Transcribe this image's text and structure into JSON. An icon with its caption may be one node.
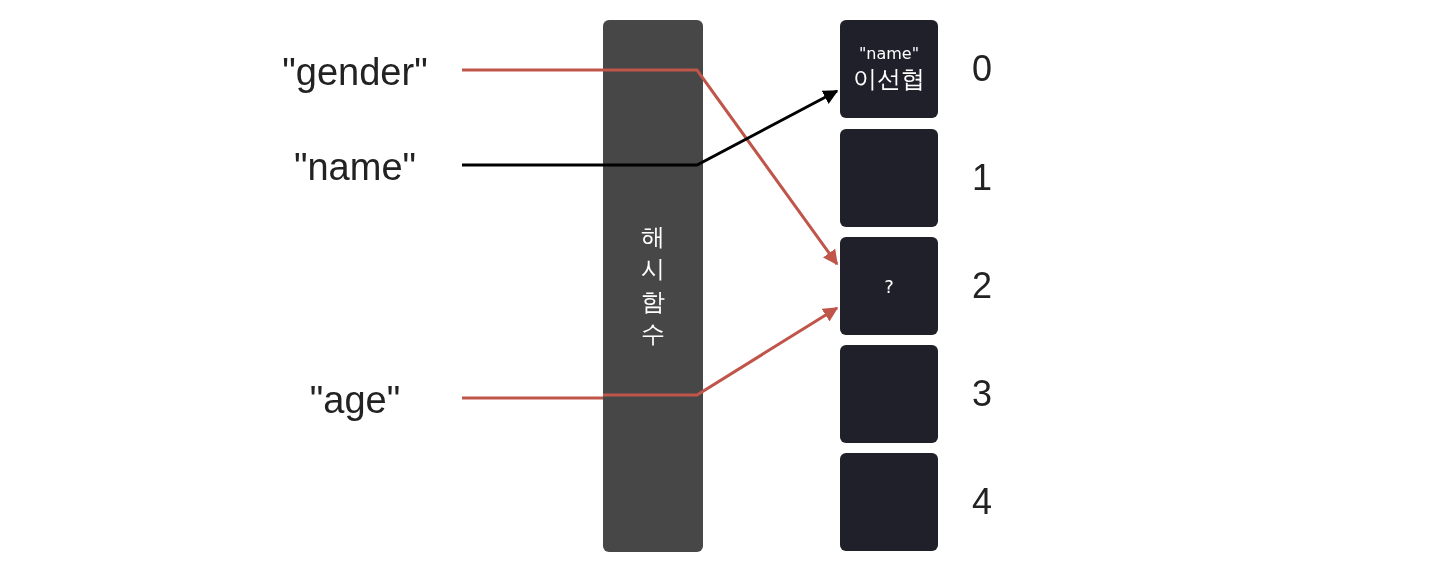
{
  "diagram": {
    "nodes": [
      {
        "text": [
          "\"gender\""
        ]
      },
      {
        "text": [
          "\"name\""
        ]
      },
      {
        "text": [
          "\"age\""
        ]
      },
      {
        "text": [
          "해시 함수"
        ]
      },
      {
        "text": [
          "\"name\"",
          "이선협"
        ],
        "beside": [
          "0"
        ]
      },
      {
        "text": [],
        "shape": "box",
        "beside": [
          "1"
        ]
      },
      {
        "text": [
          "?"
        ],
        "beside": [
          "2"
        ]
      },
      {
        "text": [],
        "shape": "box",
        "beside": [
          "3"
        ]
      },
      {
        "text": [],
        "shape": "box",
        "beside": [
          "4"
        ]
      }
    ],
    "edges": [
      {
        "from": 0,
        "to": 3,
        "arrow": "none"
      },
      {
        "from": 3,
        "to": 6,
        "arrow": "to"
      },
      {
        "from": 1,
        "to": 3,
        "arrow": "none",
        "color": "#000000"
      },
      {
        "from": 3,
        "to": 4,
        "arrow": "to",
        "color": "#000000"
      },
      {
        "from": 2,
        "to": 3,
        "arrow": "none"
      },
      {
        "from": 3,
        "to": 6,
        "arrow": "to"
      }
    ]
  }
}
